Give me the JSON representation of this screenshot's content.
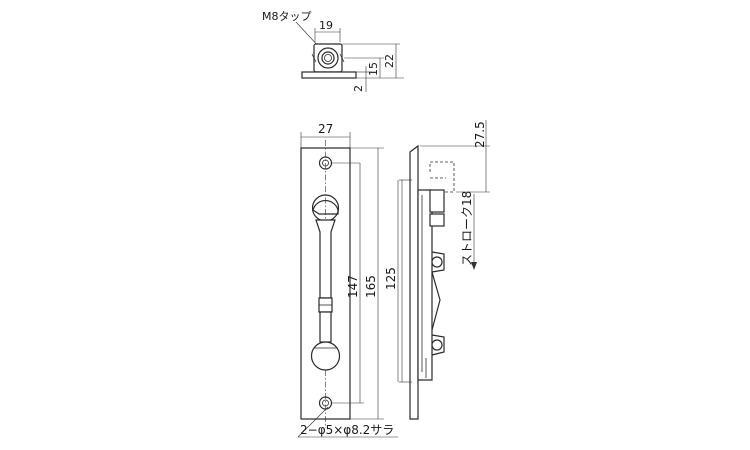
{
  "top_view": {
    "tap_label": "M8タップ",
    "dim_width": "19",
    "dim_height_15": "15",
    "dim_height_22": "22",
    "dim_thickness": "2"
  },
  "front_view": {
    "dim_width": "27",
    "dim_hole_pitch": "147",
    "dim_plate_length": "165",
    "hole_note": "2−φ5×φ8.2サラ"
  },
  "side_view": {
    "dim_top": "27.5",
    "dim_body": "125",
    "stroke_label": "ストローク18"
  }
}
